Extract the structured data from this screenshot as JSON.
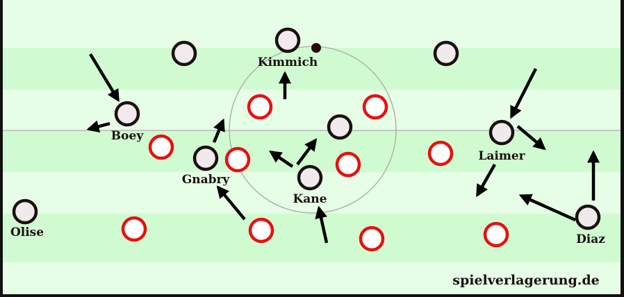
{
  "colors": {
    "pitch_light": "#e6fde6",
    "pitch_dark": "#d0fbd0",
    "team_a_fill": "#f0eaec",
    "team_a_stroke": "#1a1010",
    "team_b_stroke": "#e81010",
    "ball": "#2a0a0a"
  },
  "labels": {
    "kimmich": "Kimmich",
    "boey": "Boey",
    "gnabry": "Gnabry",
    "kane": "Kane",
    "laimer": "Laimer",
    "olise": "Olise",
    "diaz": "Diaz"
  },
  "watermark": "spielverlagerung.de"
}
